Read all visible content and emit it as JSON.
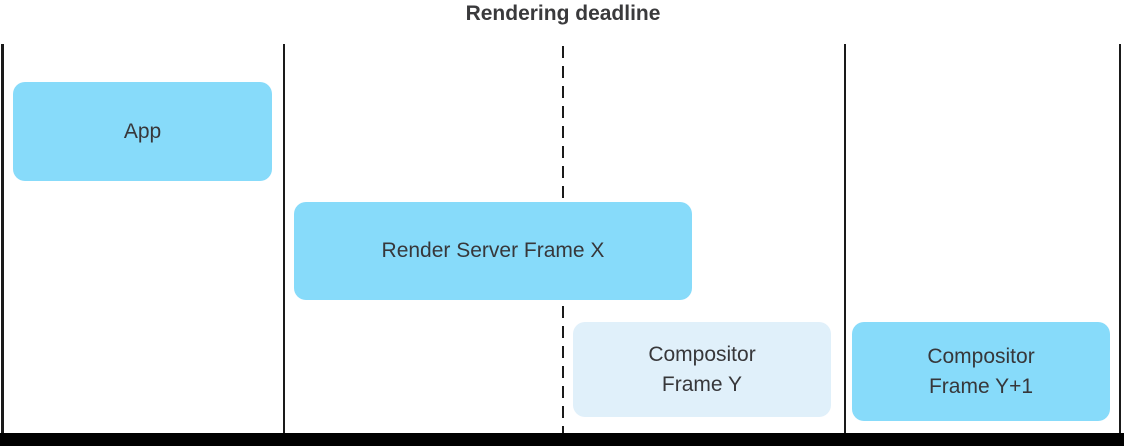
{
  "title": "Rendering deadline",
  "colors": {
    "background": "#ffffff",
    "timeline_line": "#1a1a1a",
    "deadline_dash": "#1a1a1a",
    "box_blue": "#87dbfa",
    "box_pale_blue": "#e0f0fa",
    "box_text": "#37373a",
    "title_text": "#3a3a3c",
    "bottom_bar": "#000000"
  },
  "timeline": {
    "solid_boundary_lines_count": 4,
    "deadline_line_style": "dashed"
  },
  "boxes": {
    "app": {
      "label": "App"
    },
    "render_server": {
      "label": "Render Server Frame X"
    },
    "compositor_y": {
      "line1": "Compositor",
      "line2": "Frame Y"
    },
    "compositor_y1": {
      "line1": "Compositor",
      "line2": "Frame Y+1"
    }
  }
}
